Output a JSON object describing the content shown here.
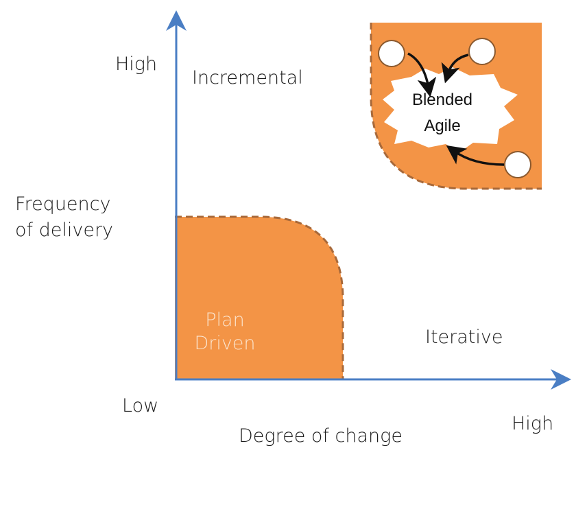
{
  "diagram": {
    "y_axis": {
      "title": "Frequency of delivery",
      "title_line1": "Frequency",
      "title_line2": "of delivery",
      "high_label": "High"
    },
    "x_axis": {
      "title": "Degree of change",
      "low_label": "Low",
      "high_label": "High"
    },
    "quadrants": {
      "top_left": "Incremental",
      "bottom_right": "Iterative",
      "bottom_left_line1": "Plan",
      "bottom_left_line2": "Driven",
      "top_right_line1": "Blended",
      "top_right_line2": "Agile"
    },
    "colors": {
      "axis": "#4a7ec4",
      "region_fill": "#f39446",
      "region_border": "#a8693a",
      "arrow": "#111111"
    }
  }
}
